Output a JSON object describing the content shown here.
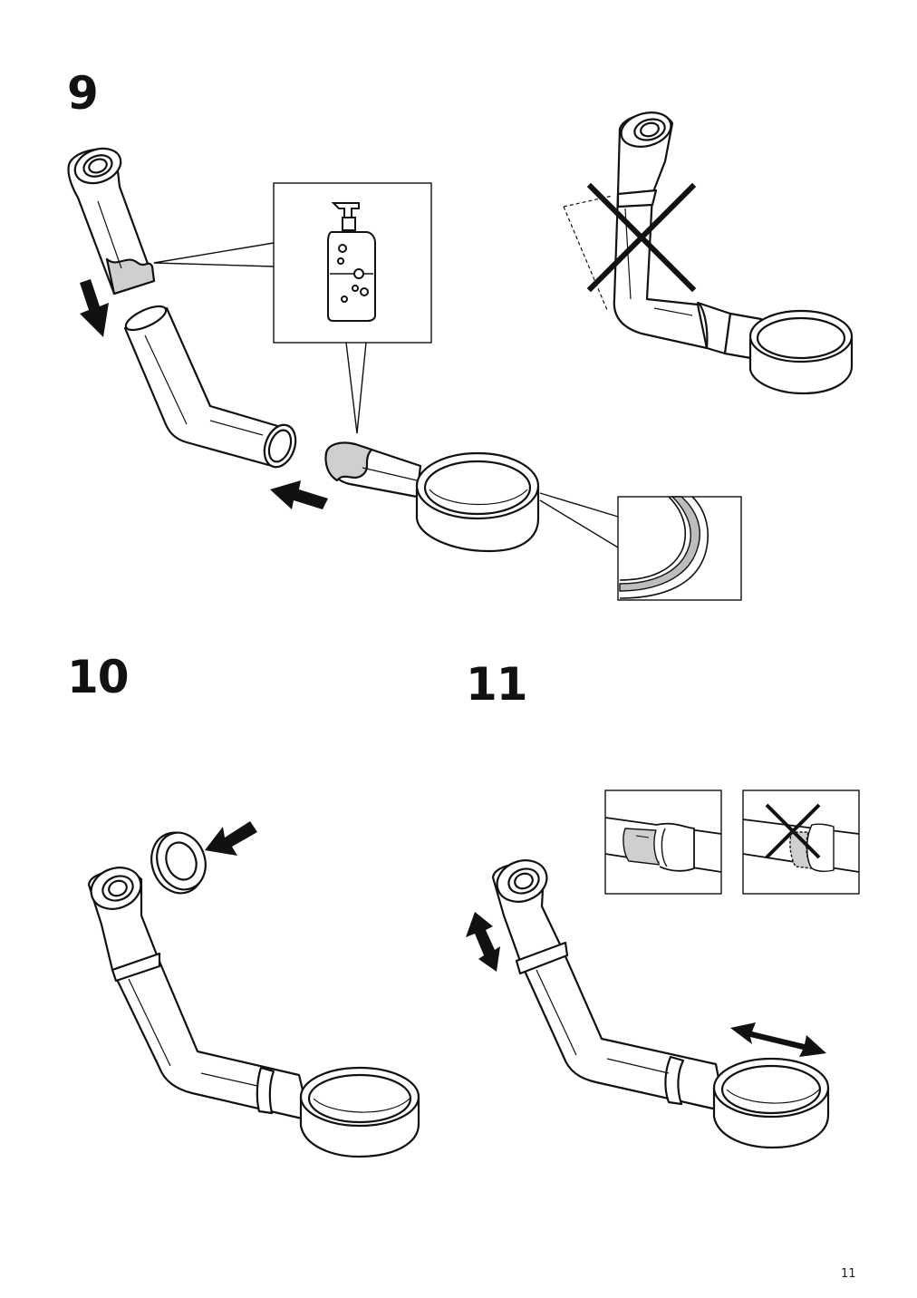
{
  "page_number": "11",
  "steps": [
    {
      "number": "9"
    },
    {
      "number": "10"
    },
    {
      "number": "11"
    }
  ]
}
